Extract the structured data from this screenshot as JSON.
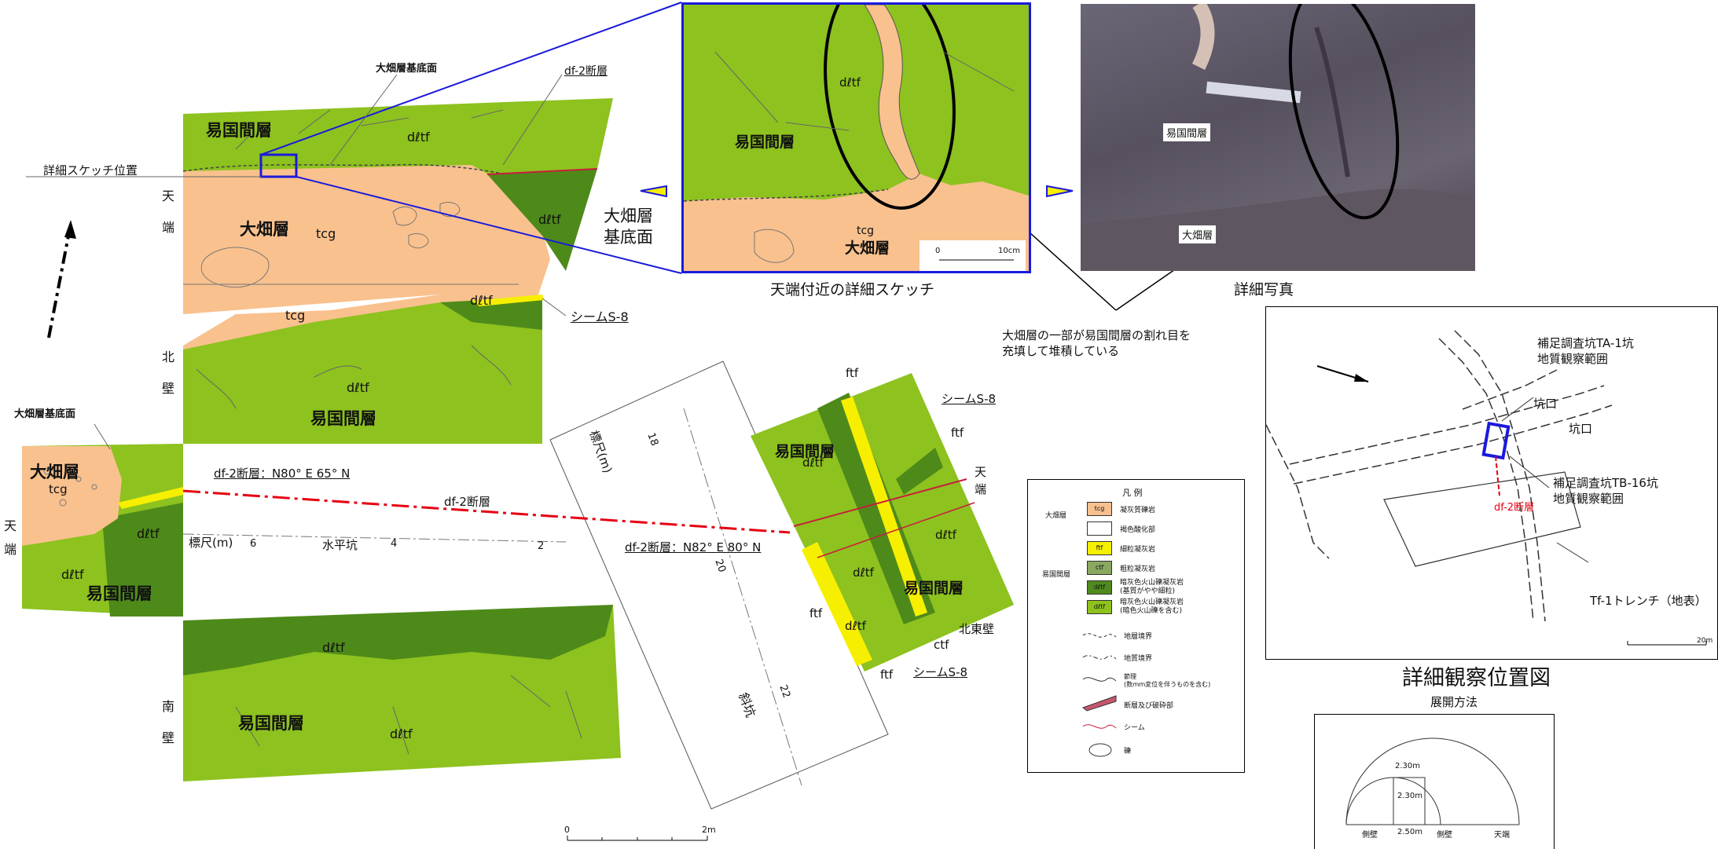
{
  "labels": {
    "ohata_base_top": "大畑層基底面",
    "df2_fault_top": "df-2断層",
    "sketch_position": "詳細スケッチ位置",
    "tenbata_left": "天\n端",
    "kitakabe": "北\n壁",
    "nanpeki": "南\n壁",
    "tenbata_side": "天\n端",
    "ekkoku_1": "易国間層",
    "ohata_1": "大畑層",
    "tcg_1": "tcg",
    "tcg_2": "tcg",
    "dltf_1": "dℓtf",
    "dltf_2": "dℓtf",
    "dltf_3": "dℓtf",
    "dltf_4": "dℓtf",
    "ekkoku_2": "易国間層",
    "seam_s8_1": "シームS-8",
    "ohata_base_left": "大畑層基底面",
    "ohata_2": "大畑層",
    "tcg_3": "tcg",
    "dltf_5": "dℓtf",
    "dltf_6": "dℓtf",
    "ekkoku_3": "易国間層",
    "df2_strike_1": "df-2断層：N80° E 65° N",
    "df2_mid": "df-2断層",
    "scale_label": "標尺(m)",
    "tick_6": "6",
    "suihei": "水平坑",
    "tick_4": "4",
    "tick_2": "2",
    "dltf_7": "dℓtf",
    "dltf_8": "dℓtf",
    "ekkoku_4": "易国間層",
    "scale_bottom_0": "0",
    "scale_bottom_2m": "2m",
    "shakou_scale": "標尺(m)",
    "tick_18": "18",
    "tick_20": "20",
    "tick_22": "22",
    "shakou": "斜坑",
    "df2_strike_2": "df-2断層：N82° E 80° N",
    "ftf_1": "ftf",
    "ftf_2": "ftf",
    "ftf_3": "ftf",
    "ftf_4": "ftf",
    "seam_s8_2": "シームS-8",
    "seam_s8_3": "シームS-8",
    "ekkoku_5": "易国間層",
    "ekkoku_6": "易国間層",
    "dltf_9": "dℓtf",
    "dltf_10": "dℓtf",
    "dltf_11": "dℓtf",
    "dltf_12": "dℓtf",
    "ctf": "ctf",
    "tenbata_r": "天\n端",
    "hokutouheki": "北東壁",
    "ohata_base_mid": "大畑層\n基底面",
    "detail_sketch_caption": "天端付近の詳細スケッチ",
    "sketch_ekkoku": "易国間層",
    "sketch_ohata": "大畑層",
    "sketch_dltf": "dℓtf",
    "sketch_tcg": "tcg",
    "sketch_scale_0": "0",
    "sketch_scale_10": "10cm",
    "photo_caption": "詳細写真",
    "photo_ekkoku": "易国間層",
    "photo_ohata": "大畑層",
    "annotation": "大畑層の一部が易国間層の割れ目を\n充填して堆積している",
    "loc_ta1": "補足調査坑TA-1坑\n地質観察範囲",
    "loc_koguchi1": "坑口",
    "loc_koguchi2": "坑口",
    "loc_tb16": "補足調査坑TB-16坑\n地質観察範囲",
    "loc_df2": "df-2断層",
    "loc_trench": "Tf-1トレンチ（地表）",
    "loc_scale": "20m",
    "loc_caption": "詳細観察位置図",
    "tenkai_caption": "展開方法",
    "tenkai_230a": "2.30m",
    "tenkai_230b": "2.30m",
    "tenkai_250": "2.50m",
    "tenkai_sokuheki1": "側壁",
    "tenkai_sokuheki2": "側壁",
    "tenkai_tenbata": "天端"
  },
  "legend": {
    "title": "凡 例",
    "group_ohata": "大畑層",
    "group_ekkoku": "易国間層",
    "items": [
      {
        "code": "tcg",
        "text": "凝灰質礫岩",
        "color": "#f7c08f"
      },
      {
        "code": "",
        "text": "褐色酸化部",
        "color": "#ffffff"
      },
      {
        "code": "ftf",
        "text": "細粒凝灰岩",
        "color": "#f5f000"
      },
      {
        "code": "ctf",
        "text": "粗粒凝灰岩",
        "color": "#8aa860"
      },
      {
        "code": "dℓtf",
        "text": "暗灰色火山礫凝灰岩\n(基質がやや細粒)",
        "color": "#4f8a1e"
      },
      {
        "code": "dℓtf",
        "text": "暗灰色火山礫凝灰岩\n(暗色火山礫を含む)",
        "color": "#8fc21c"
      }
    ],
    "lines": [
      "地層境界",
      "地質境界",
      "節理\n(数ｍｍ変位を伴うものを含む)",
      "断層及び破砕部",
      "シーム",
      "礫"
    ]
  },
  "colors": {
    "ekkoku_light": "#8dc21f",
    "ekkoku_dark": "#4e8a1a",
    "ohata": "#f9c18e",
    "ftf": "#f7ef00",
    "fault": "#e60012",
    "highlight_blue": "#1a1adc"
  }
}
